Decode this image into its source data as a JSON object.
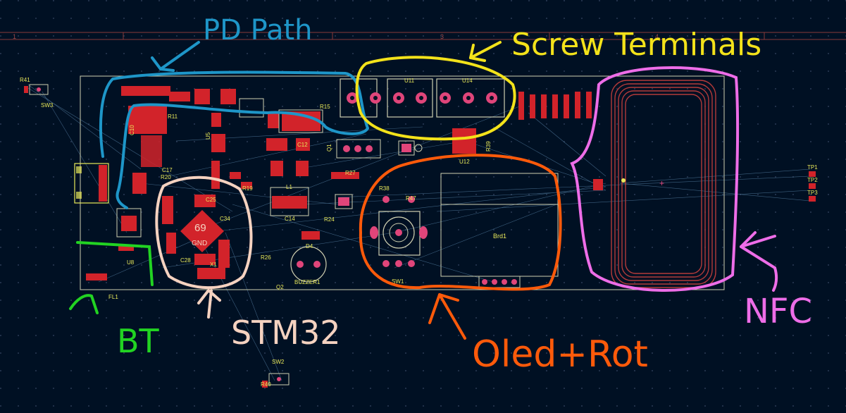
{
  "ruler": {
    "cols": [
      "1",
      "2",
      "3",
      "4"
    ]
  },
  "annotations": {
    "pd_path": "PD Path",
    "screw_terminals": "Screw Terminals",
    "stm32": "STM32",
    "bt": "BT",
    "oled_rot": "Oled+Rot",
    "nfc": "NFC"
  },
  "labels": {
    "r41": "R41",
    "sw3": "SW3",
    "sw2": "SW2",
    "r40": "R40",
    "tp1": "TP1",
    "tp2": "TP2",
    "tp3": "TP3",
    "u8": "U8",
    "fl1": "FL1",
    "buzzer1": "BUZZER1",
    "d4": "D4",
    "q2": "Q2",
    "sw1": "SW1",
    "brd1": "Brd1",
    "r38": "R38",
    "r47": "R47",
    "q1": "Q1",
    "r27": "R27",
    "r24": "R24",
    "r26": "R26",
    "r19": "R19",
    "c14": "C14",
    "c12": "C12",
    "l1": "L1",
    "u11": "U11",
    "u14": "U14",
    "r39": "R39",
    "u12": "U12",
    "c10": "C10",
    "c17": "C17",
    "r20": "R20",
    "r11": "R11",
    "c25": "C25",
    "c34": "C34",
    "x1": "X1",
    "c28": "C28",
    "r15": "R15",
    "u5": "U5",
    "chip_num": "69",
    "chip_gnd": "GND"
  },
  "colors": {
    "board_bg": "#001023",
    "grid_dot": "#2a3a55",
    "edge_cuts": "#cfcfb0",
    "silk": "#e8e85a",
    "pad_red": "#d2232a",
    "pad_pink": "#e0457a",
    "ratsnest": "#6fa0c8",
    "pd_blue": "#1e96c8",
    "screw_yellow": "#f3e21a",
    "stm_peach": "#f5d2c0",
    "bt_green": "#22d322",
    "oled_orange": "#ff5a0a",
    "nfc_pink": "#ee6de8",
    "coil": "#b43a3a"
  }
}
